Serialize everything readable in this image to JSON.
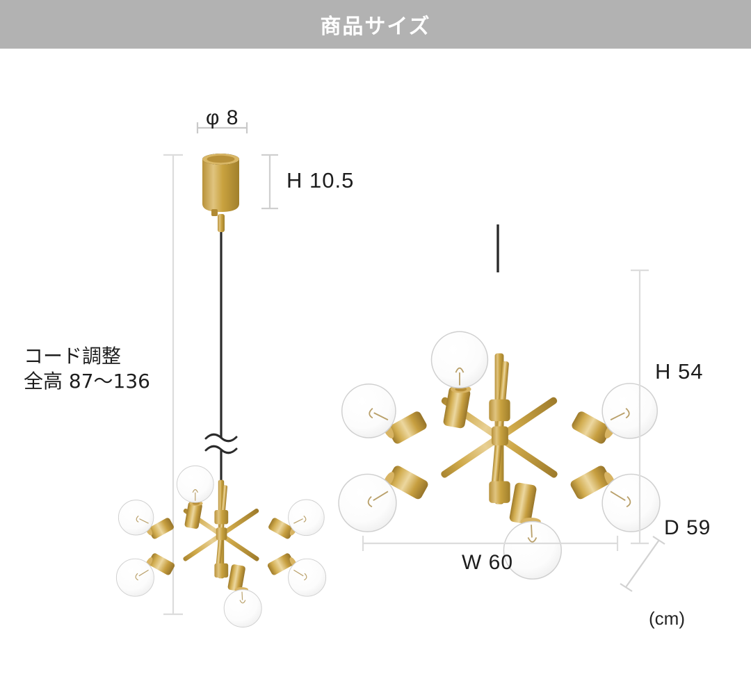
{
  "header": {
    "title": "商品サイズ"
  },
  "unit_note": "(cm)",
  "cord_note": {
    "line1": "コード調整",
    "line2": "全高 87〜136",
    "min_total_height": 87,
    "max_total_height": 136
  },
  "dimensions": {
    "canopy_diameter": "φ 8",
    "canopy_height": "H 10.5",
    "fixture_height": "H 54",
    "fixture_depth": "D 59",
    "fixture_width": "W 60"
  },
  "colors": {
    "header_band": "#b2b2b2",
    "header_text": "#ffffff",
    "background": "#ffffff",
    "brass_light": "#e3c685",
    "brass_mid": "#c9a23f",
    "brass_dark": "#a07f2c",
    "cord": "#2b2b2b",
    "dimension_line": "#d8d8d8",
    "label_text": "#1d1d1d",
    "glass": "#fbfbfb",
    "glass_outline": "#cfcfcf"
  },
  "product": {
    "type": "6-arm brass sputnik pendant chandelier",
    "bulb_count": 6,
    "views": [
      {
        "name": "front-elevation-with-cord",
        "side": "left"
      },
      {
        "name": "fixture-detail-angled",
        "side": "right"
      }
    ]
  }
}
